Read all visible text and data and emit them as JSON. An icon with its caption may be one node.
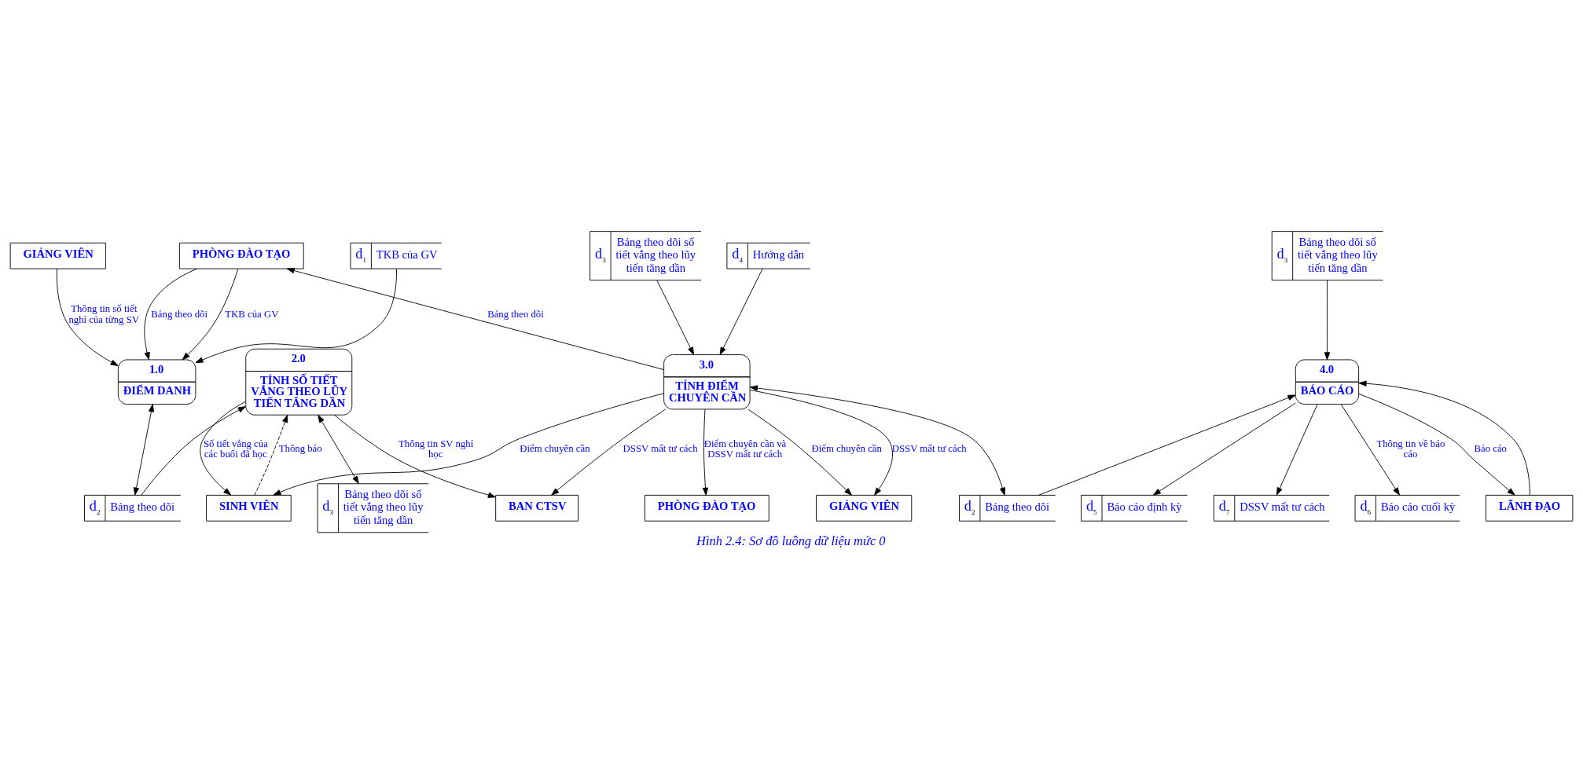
{
  "diagram": {
    "caption": "Hình 2.4: Sơ đồ luồng dữ liệu mức 0",
    "nodes": [
      {
        "text": [
          "PHÒNG ĐÀO TẠO"
        ]
      },
      {
        "text": [
          "d$_{1}$",
          "TKB của GV"
        ]
      },
      {
        "text": [
          "1.0",
          "ĐIỂM DANH"
        ]
      },
      {
        "text": [
          "GIẢNG VIÊN"
        ]
      },
      {
        "text": [
          "d$_{2}$",
          "Bảng theo dõi"
        ]
      },
      {
        "text": [
          "d$_{3}$",
          "Bảng theo dõi số tiết vắng theo lũy tiến tăng dần"
        ]
      },
      {
        "text": [
          "BAN CTSV"
        ]
      },
      {
        "text": [
          "2.0",
          "TÍNH SỐ TIẾT VẮNG THEO LŨY TIẾN TĂNG DẦN"
        ]
      },
      {
        "text": [
          "SINH VIÊN"
        ]
      },
      {
        "text": [
          "d$_{4}$",
          "Hướng dẫn"
        ]
      },
      {
        "text": [
          "PHÒNG ĐÀO TẠO"
        ]
      },
      {
        "text": [
          "3.0",
          "TÍNH ĐIỂM CHUYÊN CẦN"
        ]
      },
      {
        "text": [
          "d$_{3}$",
          "Bảng theo dõi số tiết vắng theo lũy tiến tăng dần"
        ]
      },
      {
        "text": [
          "GIẢNG VIÊN"
        ]
      },
      {
        "text": [
          "d$_{2}$",
          "Bảng theo dõi"
        ]
      },
      {
        "text": [
          "d$_{5}$",
          "Báo cáo định kỳ"
        ]
      },
      {
        "text": [
          "d$_{7}$",
          "DSSV mất tư cách"
        ]
      },
      {
        "text": [
          "4.0",
          "BÁO CÁO"
        ]
      },
      {
        "text": [
          "d$_{6}$",
          "Báo cáo cuối kỳ"
        ]
      },
      {
        "text": [
          "LÃNH ĐẠO"
        ]
      },
      {
        "text": [
          "d$_{3}$",
          "Bảng theo dõi số tiết vắng theo lũy tiến tăng dần"
        ]
      }
    ],
    "edges": [
      {
        "from": 0,
        "to": 2,
        "arrow": "to",
        "label": "TKB của GV"
      },
      {
        "from": 0,
        "to": 2,
        "arrow": "to",
        "label": "Bảng theo dõi"
      },
      {
        "from": 1,
        "to": 2,
        "arrow": "to"
      },
      {
        "from": 3,
        "to": 2,
        "arrow": "to",
        "label": "Thông tin số tiết nghỉ của từng SV"
      },
      {
        "from": 2,
        "to": 4,
        "arrow": "both"
      },
      {
        "from": 4,
        "to": 7,
        "arrow": "to"
      },
      {
        "from": 7,
        "to": 5,
        "arrow": "both"
      },
      {
        "from": 7,
        "to": 6,
        "arrow": "to",
        "label": "Thông tin SV nghỉ học"
      },
      {
        "from": 7,
        "to": 8,
        "arrow": "to",
        "label": "Số tiết vắng của các buổi đã học"
      },
      {
        "from": 8,
        "to": 7,
        "arrow": "to",
        "label": "Thông báo",
        "style": "dashed"
      },
      {
        "from": 11,
        "to": 0,
        "arrow": "to",
        "label": "Bảng theo dõi"
      },
      {
        "from": 11,
        "to": 6,
        "arrow": "to",
        "label": "DSSV mất tư cách"
      },
      {
        "from": 11,
        "to": 10,
        "arrow": "to",
        "label": "Điểm chuyên cần và DSSV mất tư cách"
      },
      {
        "from": 9,
        "to": 11,
        "arrow": "to"
      },
      {
        "from": 11,
        "to": 8,
        "arrow": "to",
        "label": "Điểm chuyên cần"
      },
      {
        "from": 12,
        "to": 11,
        "arrow": "to"
      },
      {
        "from": 11,
        "to": 13,
        "arrow": "to",
        "label": "Điểm chuyên cần"
      },
      {
        "from": 11,
        "to": 13,
        "arrow": "to",
        "label": "DSSV mất tư cách"
      },
      {
        "from": 11,
        "to": 14,
        "arrow": "both"
      },
      {
        "from": 14,
        "to": 17,
        "arrow": "to"
      },
      {
        "from": 17,
        "to": 15,
        "arrow": "to"
      },
      {
        "from": 17,
        "to": 16,
        "arrow": "to"
      },
      {
        "from": 17,
        "to": 18,
        "arrow": "to",
        "label": "Thông tin về báo cáo"
      },
      {
        "from": 19,
        "to": 17,
        "arrow": "to"
      },
      {
        "from": 17,
        "to": 19,
        "arrow": "to",
        "label": "Báo cáo"
      },
      {
        "from": 20,
        "to": 17,
        "arrow": "to"
      }
    ]
  }
}
